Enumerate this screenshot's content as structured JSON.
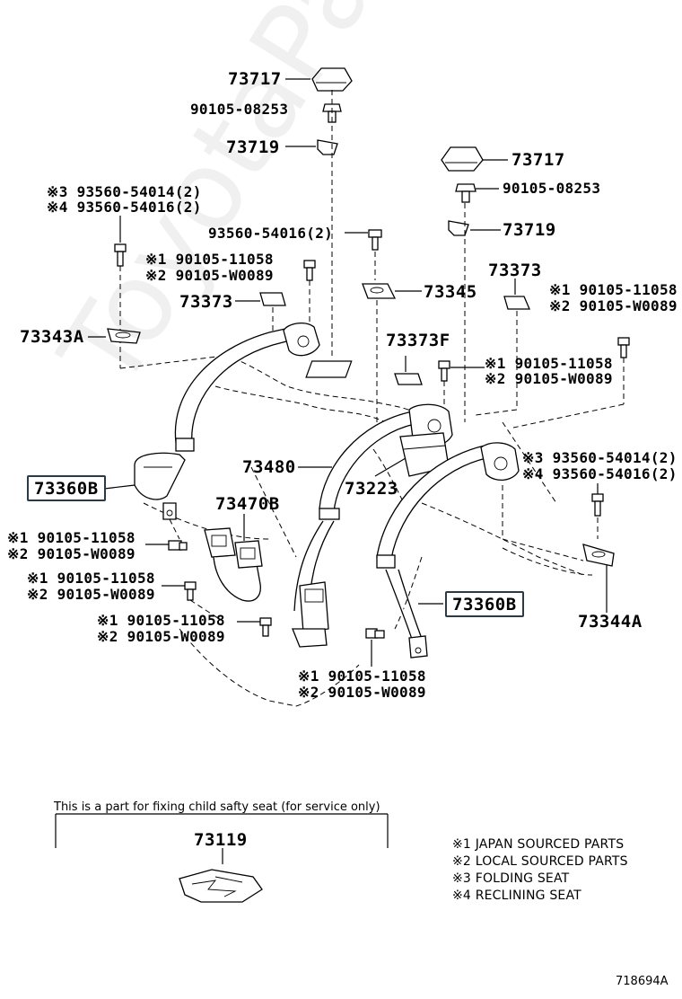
{
  "labels": {
    "top_cover_l": "73717",
    "top_bolt_l": "90105-08253",
    "top_clip_l": "73719",
    "top_cover_r": "73717",
    "top_bolt_r": "90105-08253",
    "top_clip_r": "73719",
    "left_bolt_3": "※3 93560-54014(2)",
    "left_bolt_4": "※4 93560-54016(2)",
    "mid_bolt": "93560-54016(2)",
    "ml_bolt_1": "※1 90105-11058",
    "ml_bolt_2": "※2 90105-W0089",
    "l_guide": "73373",
    "c_cover": "73345",
    "r_guide": "73373",
    "rr_bolt_1": "※1 90105-11058",
    "rr_bolt_2": "※2 90105-W0089",
    "l_anchor": "73343A",
    "c_guide": "73373F",
    "c_bolt_1": "※1 90105-11058",
    "c_bolt_2": "※2 90105-W0089",
    "center_belt": "73480",
    "center_retractor": "73223",
    "rr_bolt_3": "※3 93560-54014(2)",
    "rr_bolt_4": "※4 93560-54016(2)",
    "left_belt": "73360B",
    "buckle": "73470B",
    "lb_bolt_1a": "※1 90105-11058",
    "lb_bolt_2a": "※2 90105-W0089",
    "lb_bolt_1b": "※1 90105-11058",
    "lb_bolt_2b": "※2 90105-W0089",
    "right_belt": "73360B",
    "r_anchor": "73344A",
    "cb_bolt_1": "※1 90105-11058",
    "cb_bolt_2": "※2 90105-W0089",
    "cbr_bolt_1": "※1 90105-11058",
    "cbr_bolt_2": "※2 90105-W0089"
  },
  "child_seat": {
    "note": "This is a part for fixing child safty seat (for service only)",
    "part": "73119"
  },
  "legend": [
    "※1 JAPAN SOURCED PARTS",
    "※2 LOCAL SOURCED PARTS",
    "※3 FOLDING SEAT",
    "※4 RECLINING SEAT"
  ],
  "diagram_id": "718694A",
  "watermark": "ToyotaPart-ru"
}
